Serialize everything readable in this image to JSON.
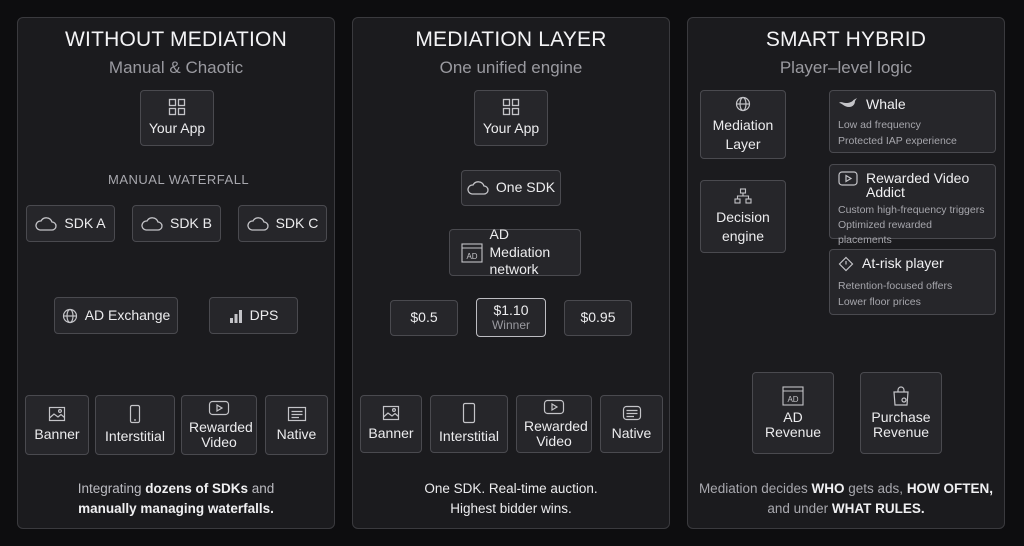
{
  "panels": {
    "left": {
      "title": "WITHOUT MEDIATION",
      "subtitle": "Manual & Chaotic",
      "app": "Your App",
      "waterfall_label": "MANUAL WATERFALL",
      "sdks": [
        "SDK A",
        "SDK B",
        "SDK C"
      ],
      "exchange": "AD Exchange",
      "dps": "DPS",
      "formats": [
        "Banner",
        "Interstitial",
        "Rewarded Video",
        "Native"
      ],
      "caption_a": "Integrating ",
      "caption_b": "dozens of SDKs",
      "caption_c": " and",
      "caption_d": "manually managing waterfalls."
    },
    "middle": {
      "title": "MEDIATION LAYER",
      "subtitle": "One unified engine",
      "app": "Your App",
      "sdk": "One SDK",
      "network": "AD Mediation network",
      "bids": [
        "$0.5",
        "$1.10",
        "$0.95"
      ],
      "winner_label": "Winner",
      "formats": [
        "Banner",
        "Interstitial",
        "Rewarded Video",
        "Native"
      ],
      "caption_1": "One SDK. Real-time auction.",
      "caption_2": "Highest bidder wins."
    },
    "right": {
      "title": "SMART HYBRID",
      "subtitle": "Player–level logic",
      "mediation": "Mediation Layer",
      "decision": "Decision engine",
      "personas": [
        {
          "name": "Whale",
          "lines": [
            "Low ad frequency",
            "Protected IAP experience"
          ]
        },
        {
          "name": "Rewarded Video Addict",
          "lines": [
            "Custom high-frequency triggers",
            "Optimized rewarded placements"
          ]
        },
        {
          "name": "At-risk player",
          "lines": [
            "Retention-focused offers",
            "Lower floor prices"
          ]
        }
      ],
      "ad_revenue": "AD Revenue",
      "purchase_revenue": "Purchase Revenue",
      "caption_a": "Mediation decides ",
      "caption_b": "WHO",
      "caption_c": " gets ads, ",
      "caption_d": "HOW OFTEN,",
      "caption_e": "and under ",
      "caption_f": "WHAT RULES."
    }
  },
  "icons": {
    "app": "grid-icon",
    "sdk": "cloud-icon",
    "exchange": "globe-icon",
    "dps": "bar-chart-icon",
    "banner": "image-icon",
    "interstitial": "phone-icon",
    "rewarded": "play-icon",
    "native": "article-icon",
    "network": "ad-icon",
    "decision": "hierarchy-icon",
    "whale": "whale-icon",
    "addict": "play-icon",
    "atrisk": "diamond-icon",
    "purchase": "shopping-bag-icon"
  },
  "colors": {
    "background": "#0d0d0f",
    "panel": "#1b1b1e",
    "node": "#26262a",
    "border": "#4a4a4f"
  }
}
